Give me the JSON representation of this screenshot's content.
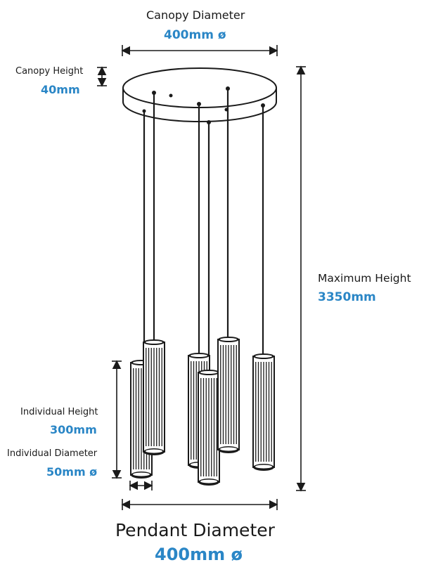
{
  "colors": {
    "accent": "#2a86c6",
    "ink": "#1a1a1a"
  },
  "canopy_diameter": {
    "label": "Canopy Diameter",
    "value": "400mm ø"
  },
  "canopy_height": {
    "label": "Canopy Height",
    "value": "40mm"
  },
  "maximum_height": {
    "label": "Maximum Height",
    "value": "3350mm"
  },
  "individual_height": {
    "label": "Individual Height",
    "value": "300mm"
  },
  "individual_diameter": {
    "label": "Individual Diameter",
    "value": "50mm ø"
  },
  "pendant_diameter": {
    "label": "Pendant Diameter",
    "value": "400mm ø"
  }
}
